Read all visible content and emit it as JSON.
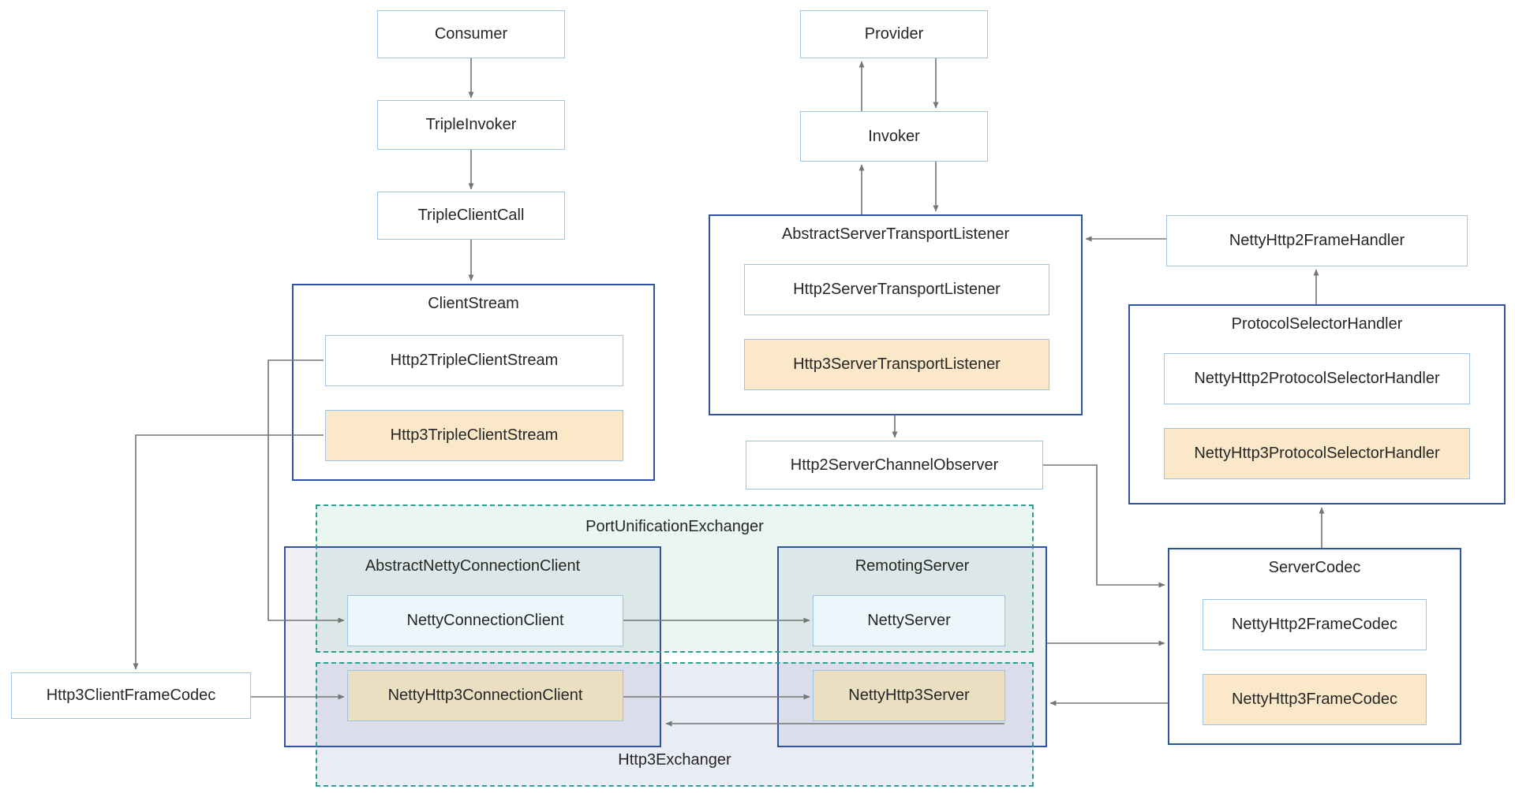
{
  "colors": {
    "primary_border": "#2f54a4",
    "light_border": "#9dc3e6",
    "http3_highlight_fill": "#fae8c9",
    "http3_highlight_muted_fill": "#ebdfc2",
    "client_server_fill": "#edf7fb",
    "port_unification_group_fill": "#eaf6f2",
    "http3_exchanger_group_fill": "#e9ebf5",
    "dashed_group_border": "#2f9e8f",
    "connector": "#757575",
    "text": "#262626"
  },
  "nodes": {
    "consumer": "Consumer",
    "triple_invoker": "TripleInvoker",
    "triple_client_call": "TripleClientCall",
    "client_stream": "ClientStream",
    "http2_triple_client_stream": "Http2TripleClientStream",
    "http3_triple_client_stream": "Http3TripleClientStream",
    "provider": "Provider",
    "invoker": "Invoker",
    "abstract_server_transport_listener": "AbstractServerTransportListener",
    "http2_server_transport_listener": "Http2ServerTransportListener",
    "http3_server_transport_listener": "Http3ServerTransportListener",
    "http2_server_channel_observer": "Http2ServerChannelObserver",
    "netty_http2_frame_handler": "NettyHttp2FrameHandler",
    "protocol_selector_handler": "ProtocolSelectorHandler",
    "netty_http2_protocol_selector_handler": "NettyHttp2ProtocolSelectorHandler",
    "netty_http3_protocol_selector_handler": "NettyHttp3ProtocolSelectorHandler",
    "server_codec": "ServerCodec",
    "netty_http2_frame_codec": "NettyHttp2FrameCodec",
    "netty_http3_frame_codec": "NettyHttp3FrameCodec",
    "port_unification_exchanger": "PortUnificationExchanger",
    "http3_exchanger": "Http3Exchanger",
    "abstract_netty_connection_client": "AbstractNettyConnectionClient",
    "netty_connection_client": "NettyConnectionClient",
    "netty_http3_connection_client": "NettyHttp3ConnectionClient",
    "remoting_server": "RemotingServer",
    "netty_server": "NettyServer",
    "netty_http3_server": "NettyHttp3Server",
    "http3_client_frame_codec": "Http3ClientFrameCodec"
  }
}
